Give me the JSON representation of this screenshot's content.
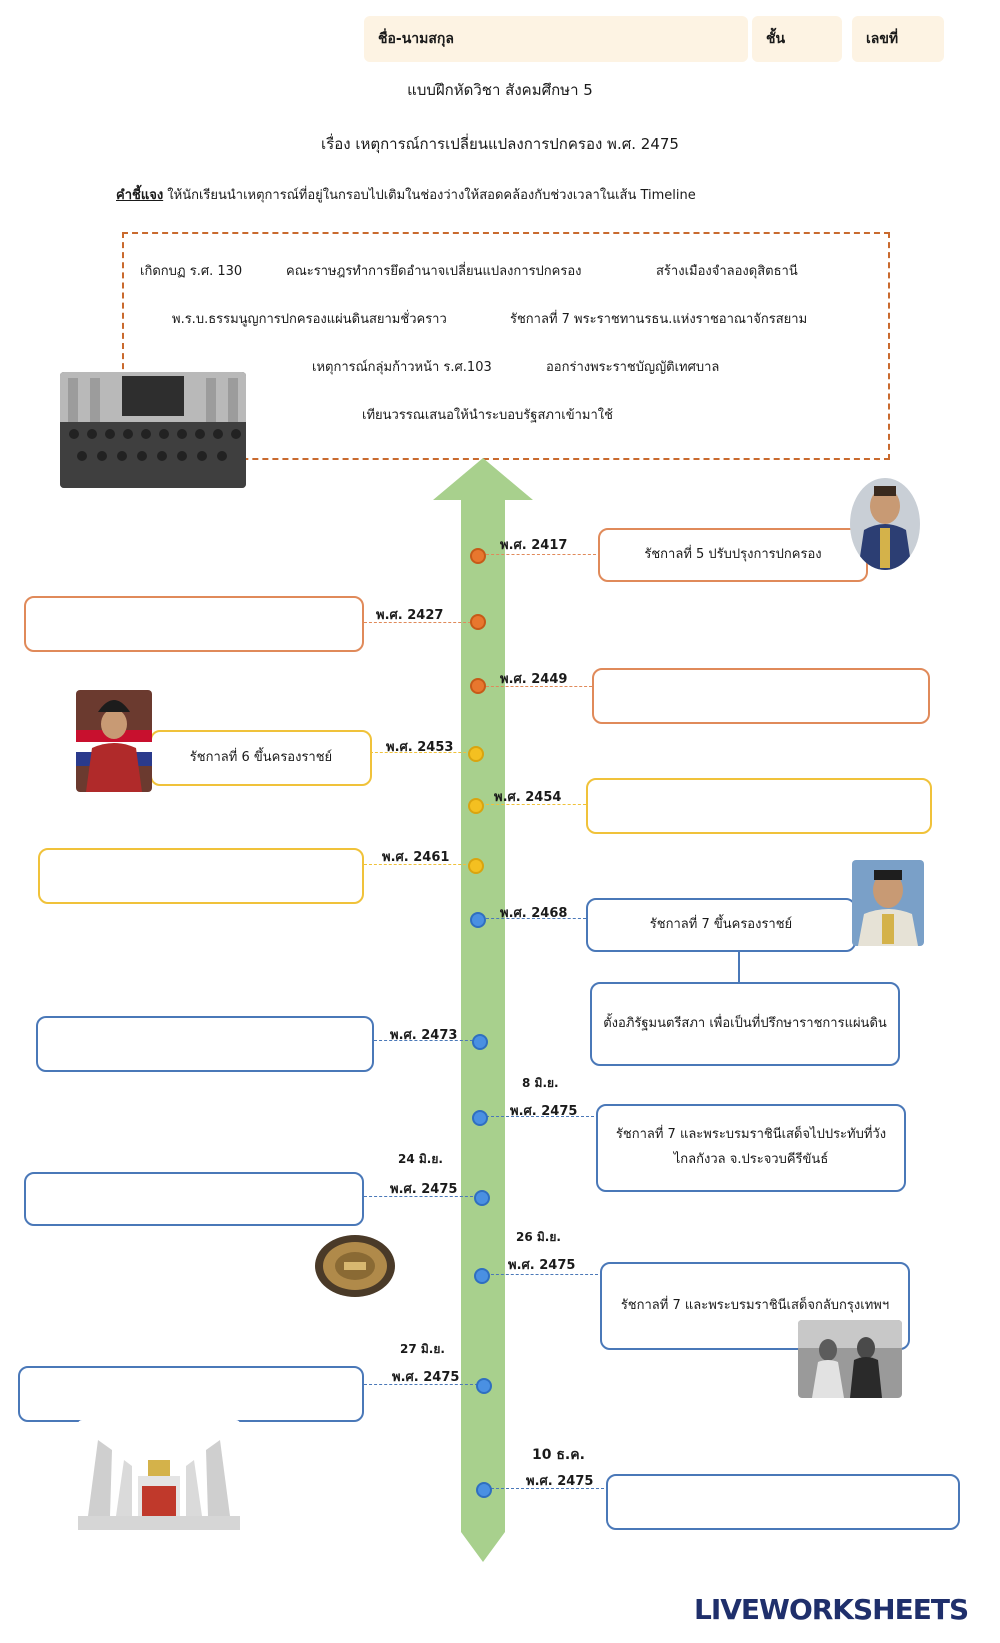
{
  "header": {
    "name_label": "ชื่อ-นามสกุล",
    "class_label": "ชั้น",
    "number_label": "เลขที่"
  },
  "title1": "แบบฝึกหัดวิชา  สังคมศึกษา  5",
  "title2": "เรื่อง  เหตุการณ์การเปลี่ยนแปลงการปกครอง  พ.ศ.  2475",
  "instruction": {
    "label": "คำชี้แจง",
    "text": " ให้นักเรียนนำเหตุการณ์ที่อยู่ในกรอบไปเติมในช่องว่างให้สอดคล้องกับช่วงเวลาในเส้น  Timeline"
  },
  "bank": [
    "เกิดกบฏ  ร.ศ.  130",
    "คณะราษฎรทำการยึดอำนาจเปลี่ยนแปลงการปกครอง",
    "สร้างเมืองจำลองดุสิตธานี",
    "พ.ร.บ.ธรรมนูญการปกครองแผ่นดินสยามชั่วคราว",
    "รัชกาลที่  7  พระราชทานรธน.แห่งราชอาณาจักรสยาม",
    "เหตุการณ์กลุ่มก้าวหน้า  ร.ศ.103",
    "ออกร่างพระราชบัญญัติเทศบาล",
    "เทียนวรรณเสนอให้นำระบอบรัฐสภาเข้ามาใช้"
  ],
  "timeline": {
    "years": [
      "พ.ศ.  2417",
      "พ.ศ.  2427",
      "พ.ศ.  2449",
      "พ.ศ.  2453",
      "พ.ศ.  2454",
      "พ.ศ.  2461",
      "พ.ศ.  2468",
      "พ.ศ.  2473",
      "พ.ศ.  2475",
      "พ.ศ.  2475",
      "พ.ศ.  2475",
      "พ.ศ.  2475",
      "พ.ศ.  2475"
    ],
    "dates": [
      "8  มิ.ย.",
      "24  มิ.ย.",
      "26  มิ.ย.",
      "27  มิ.ย.",
      "10  ธ.ค."
    ],
    "events": {
      "e2417": "รัชกาลที่  5  ปรับปรุงการปกครอง",
      "e2453": "รัชกาลที่  6  ขึ้นครองราชย์",
      "e2468": "รัชกาลที่  7  ขึ้นครองราชย์",
      "e2468b": "ตั้งอภิรัฐมนตรีสภา  เพื่อเป็นที่ปรึกษาราชการแผ่นดิน",
      "e8jun": "รัชกาลที่  7  และพระบรมราชินีเสด็จไปประทับที่วังไกลกังวล  จ.ประจวบคีรีขันธ์",
      "e26jun": "รัชกาลที่  7  และพระบรมราชินีเสด็จกลับกรุงเทพฯ"
    }
  },
  "colors": {
    "orange": "#e08a5a",
    "yellow": "#f0c23a",
    "blue": "#4a78b8",
    "arrow": "#a8d08d"
  },
  "footer": {
    "logo": "LIVEWORKSHEETS"
  }
}
